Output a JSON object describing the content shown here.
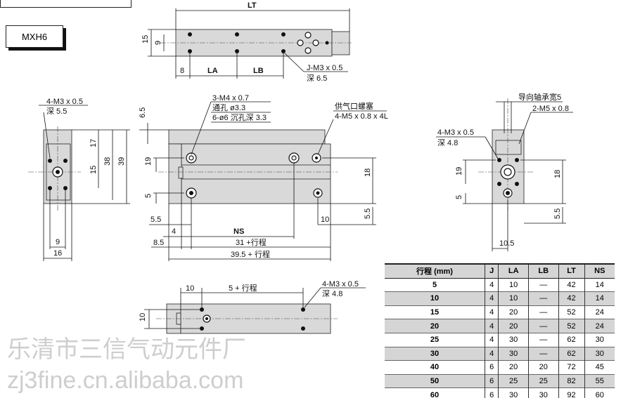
{
  "model": "MXH6",
  "top_view": {
    "LT": "LT",
    "dim_15": "15",
    "dim_9": "9",
    "dim_8": "8",
    "LA": "LA",
    "LB": "LB",
    "callout_1": "J-M3 x 0.5",
    "callout_2": "深 6.5"
  },
  "front_view": {
    "c1": "3-M4 x 0.7",
    "c2": "通孔 ø3.3",
    "c3": "6-ø6 沉孔深 3.3",
    "c4": "供气口螺塞",
    "c5": "4-M5 x 0.8 x 4L",
    "d65": "6.5",
    "d19": "19",
    "d5": "5",
    "d18": "18",
    "d55a": "5.5",
    "d4": "4",
    "NS": "NS",
    "d10": "10",
    "d55b": "5.5",
    "d85": "8.5",
    "d31": "31 +行程",
    "d395": "39.5 + 行程"
  },
  "left_view": {
    "c1": "4-M3 x 0.5",
    "c2": "深 5.5",
    "d17": "17",
    "d15": "15",
    "d38": "38",
    "d39": "39",
    "d9": "9",
    "d16": "16"
  },
  "right_view": {
    "c1": "导向轴承宽5",
    "c2": "2-M5 x 0.8",
    "c3": "4-M3 x 0.5",
    "c4": "深 4.8",
    "d19": "19",
    "d5": "5",
    "d18": "18",
    "d55": "5.5",
    "d105": "10.5"
  },
  "bottom_view": {
    "d10a": "10",
    "d5": "5 + 行程",
    "c1": "4-M3 x 0.5",
    "c2": "深 4.8",
    "d10b": "10"
  },
  "table": {
    "headers": [
      "行程 (mm)",
      "J",
      "LA",
      "LB",
      "LT",
      "NS"
    ],
    "rows": [
      [
        "5",
        "4",
        "10",
        "—",
        "42",
        "14"
      ],
      [
        "10",
        "4",
        "10",
        "—",
        "42",
        "14"
      ],
      [
        "15",
        "4",
        "20",
        "—",
        "52",
        "24"
      ],
      [
        "20",
        "4",
        "20",
        "—",
        "52",
        "24"
      ],
      [
        "25",
        "4",
        "30",
        "—",
        "62",
        "30"
      ],
      [
        "30",
        "4",
        "30",
        "—",
        "62",
        "30"
      ],
      [
        "40",
        "6",
        "20",
        "20",
        "72",
        "45"
      ],
      [
        "50",
        "6",
        "25",
        "25",
        "82",
        "55"
      ],
      [
        "60",
        "6",
        "30",
        "30",
        "92",
        "60"
      ]
    ]
  },
  "watermark": {
    "line1": "乐清市三信气动元件厂",
    "line2": "zj3fine.cn.alibaba.com"
  }
}
